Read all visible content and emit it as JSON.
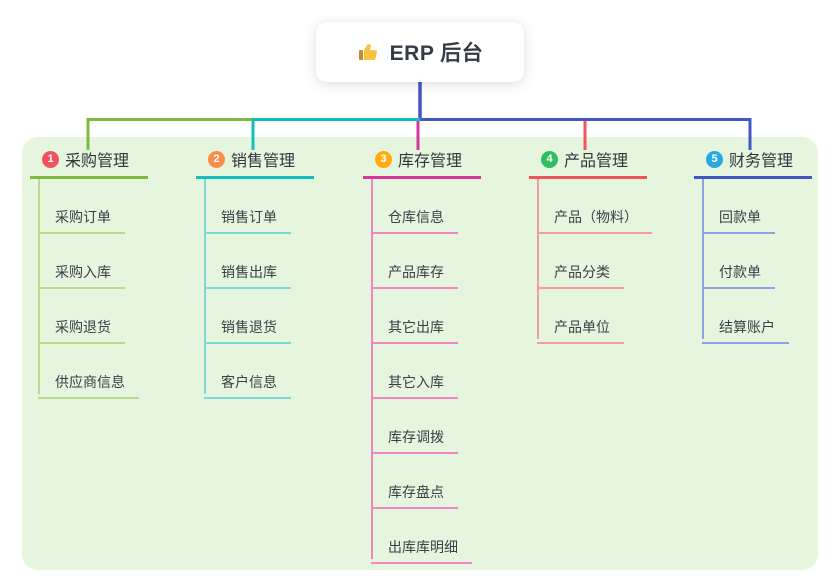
{
  "root": {
    "icon": "thumbs-up-icon",
    "label": "ERP 后台"
  },
  "canvas_bg": "#e6f5de",
  "trunk_color": "#4356c6",
  "branches": [
    {
      "number": "1",
      "label": "采购管理",
      "badge_color": "#f2525f",
      "line_color": "#7cbb3d",
      "leaf_line_color": "#b5db8d",
      "leaves": [
        "采购订单",
        "采购入库",
        "采购退货",
        "供应商信息"
      ]
    },
    {
      "number": "2",
      "label": "销售管理",
      "badge_color": "#fb8c4c",
      "line_color": "#12bfbf",
      "leaf_line_color": "#7ed8d6",
      "leaves": [
        "销售订单",
        "销售出库",
        "销售退货",
        "客户信息"
      ]
    },
    {
      "number": "3",
      "label": "库存管理",
      "badge_color": "#ffad0f",
      "line_color": "#d5379e",
      "leaf_line_color": "#f186c4",
      "leaves": [
        "仓库信息",
        "产品库存",
        "其它出库",
        "其它入库",
        "库存调拨",
        "库存盘点",
        "出库库明细"
      ]
    },
    {
      "number": "4",
      "label": "产品管理",
      "badge_color": "#2ebe5f",
      "line_color": "#f0555a",
      "leaf_line_color": "#f69c9c",
      "leaves": [
        "产品（物料）",
        "产品分类",
        "产品单位"
      ]
    },
    {
      "number": "5",
      "label": "财务管理",
      "badge_color": "#2ba8e0",
      "line_color": "#4356c6",
      "leaf_line_color": "#8ea3de",
      "leaves": [
        "回款单",
        "付款单",
        "结算账户"
      ]
    }
  ]
}
